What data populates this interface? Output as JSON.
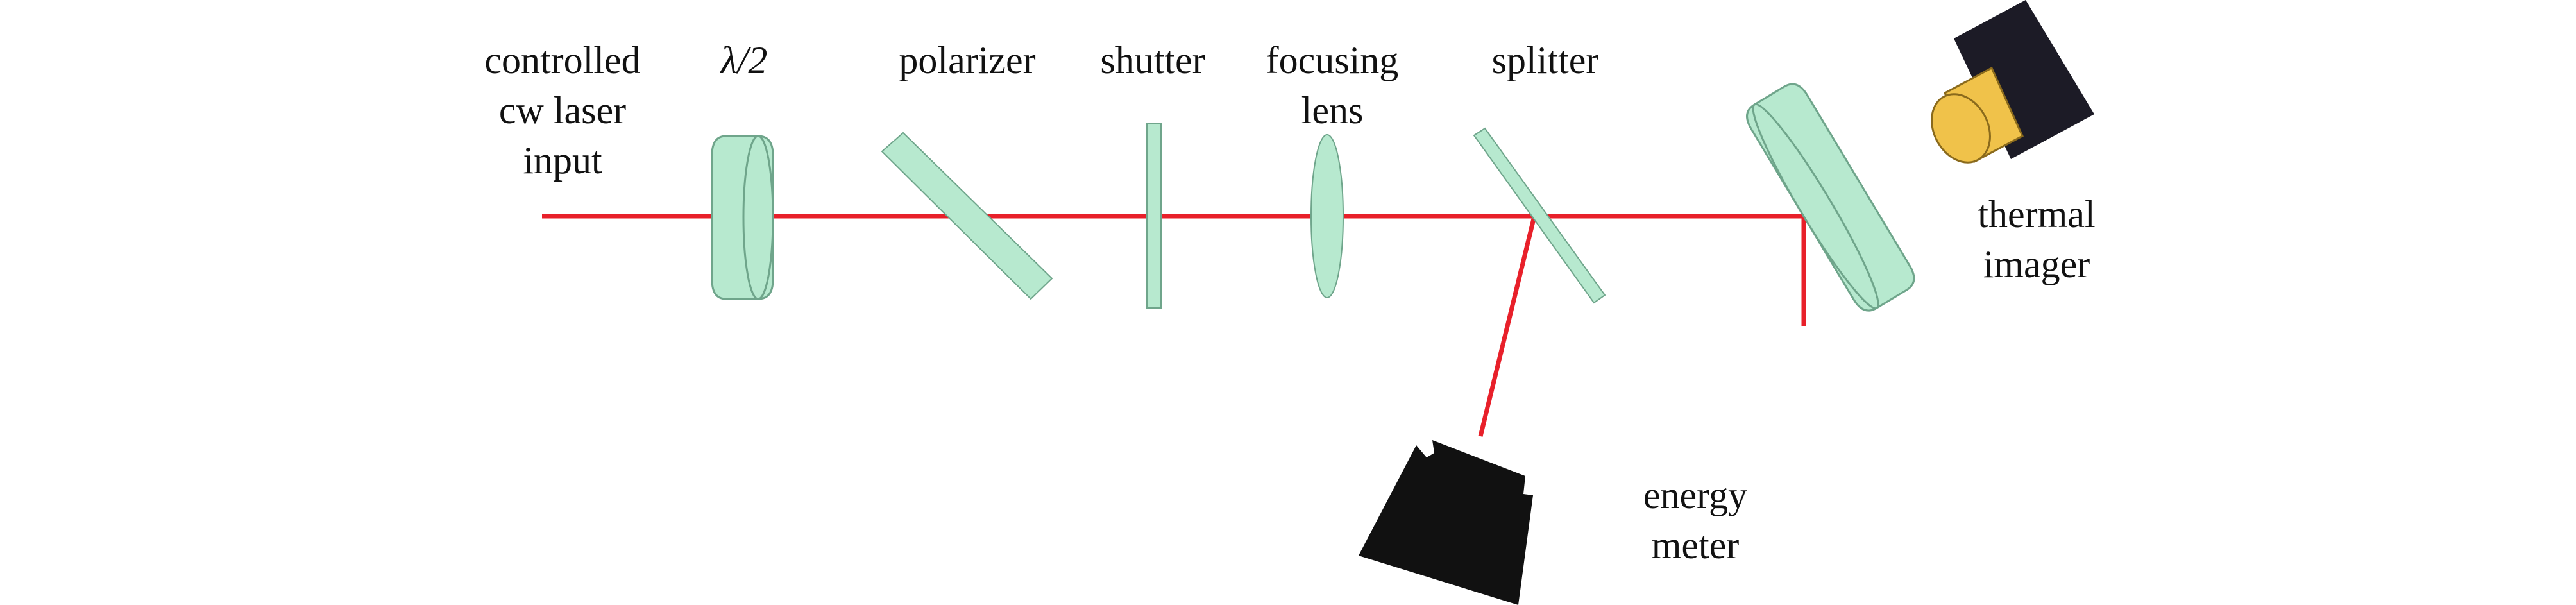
{
  "labels": {
    "laser_input": [
      "controlled",
      "cw laser",
      "input"
    ],
    "half_wave_plate": "λ/2",
    "polarizer": "polarizer",
    "shutter": "shutter",
    "focusing_lens": [
      "focusing",
      "lens"
    ],
    "splitter": "splitter",
    "thermal_imager": [
      "thermal",
      "imager"
    ],
    "energy_meter": [
      "energy",
      "meter"
    ]
  },
  "colors": {
    "beam": "#e8202a",
    "optic_fill": "#b7e9cf",
    "optic_stroke": "#6fa58b",
    "detector_body": "#111111",
    "imager_body": "#1c1b26",
    "imager_lens": "#f0c24a"
  }
}
